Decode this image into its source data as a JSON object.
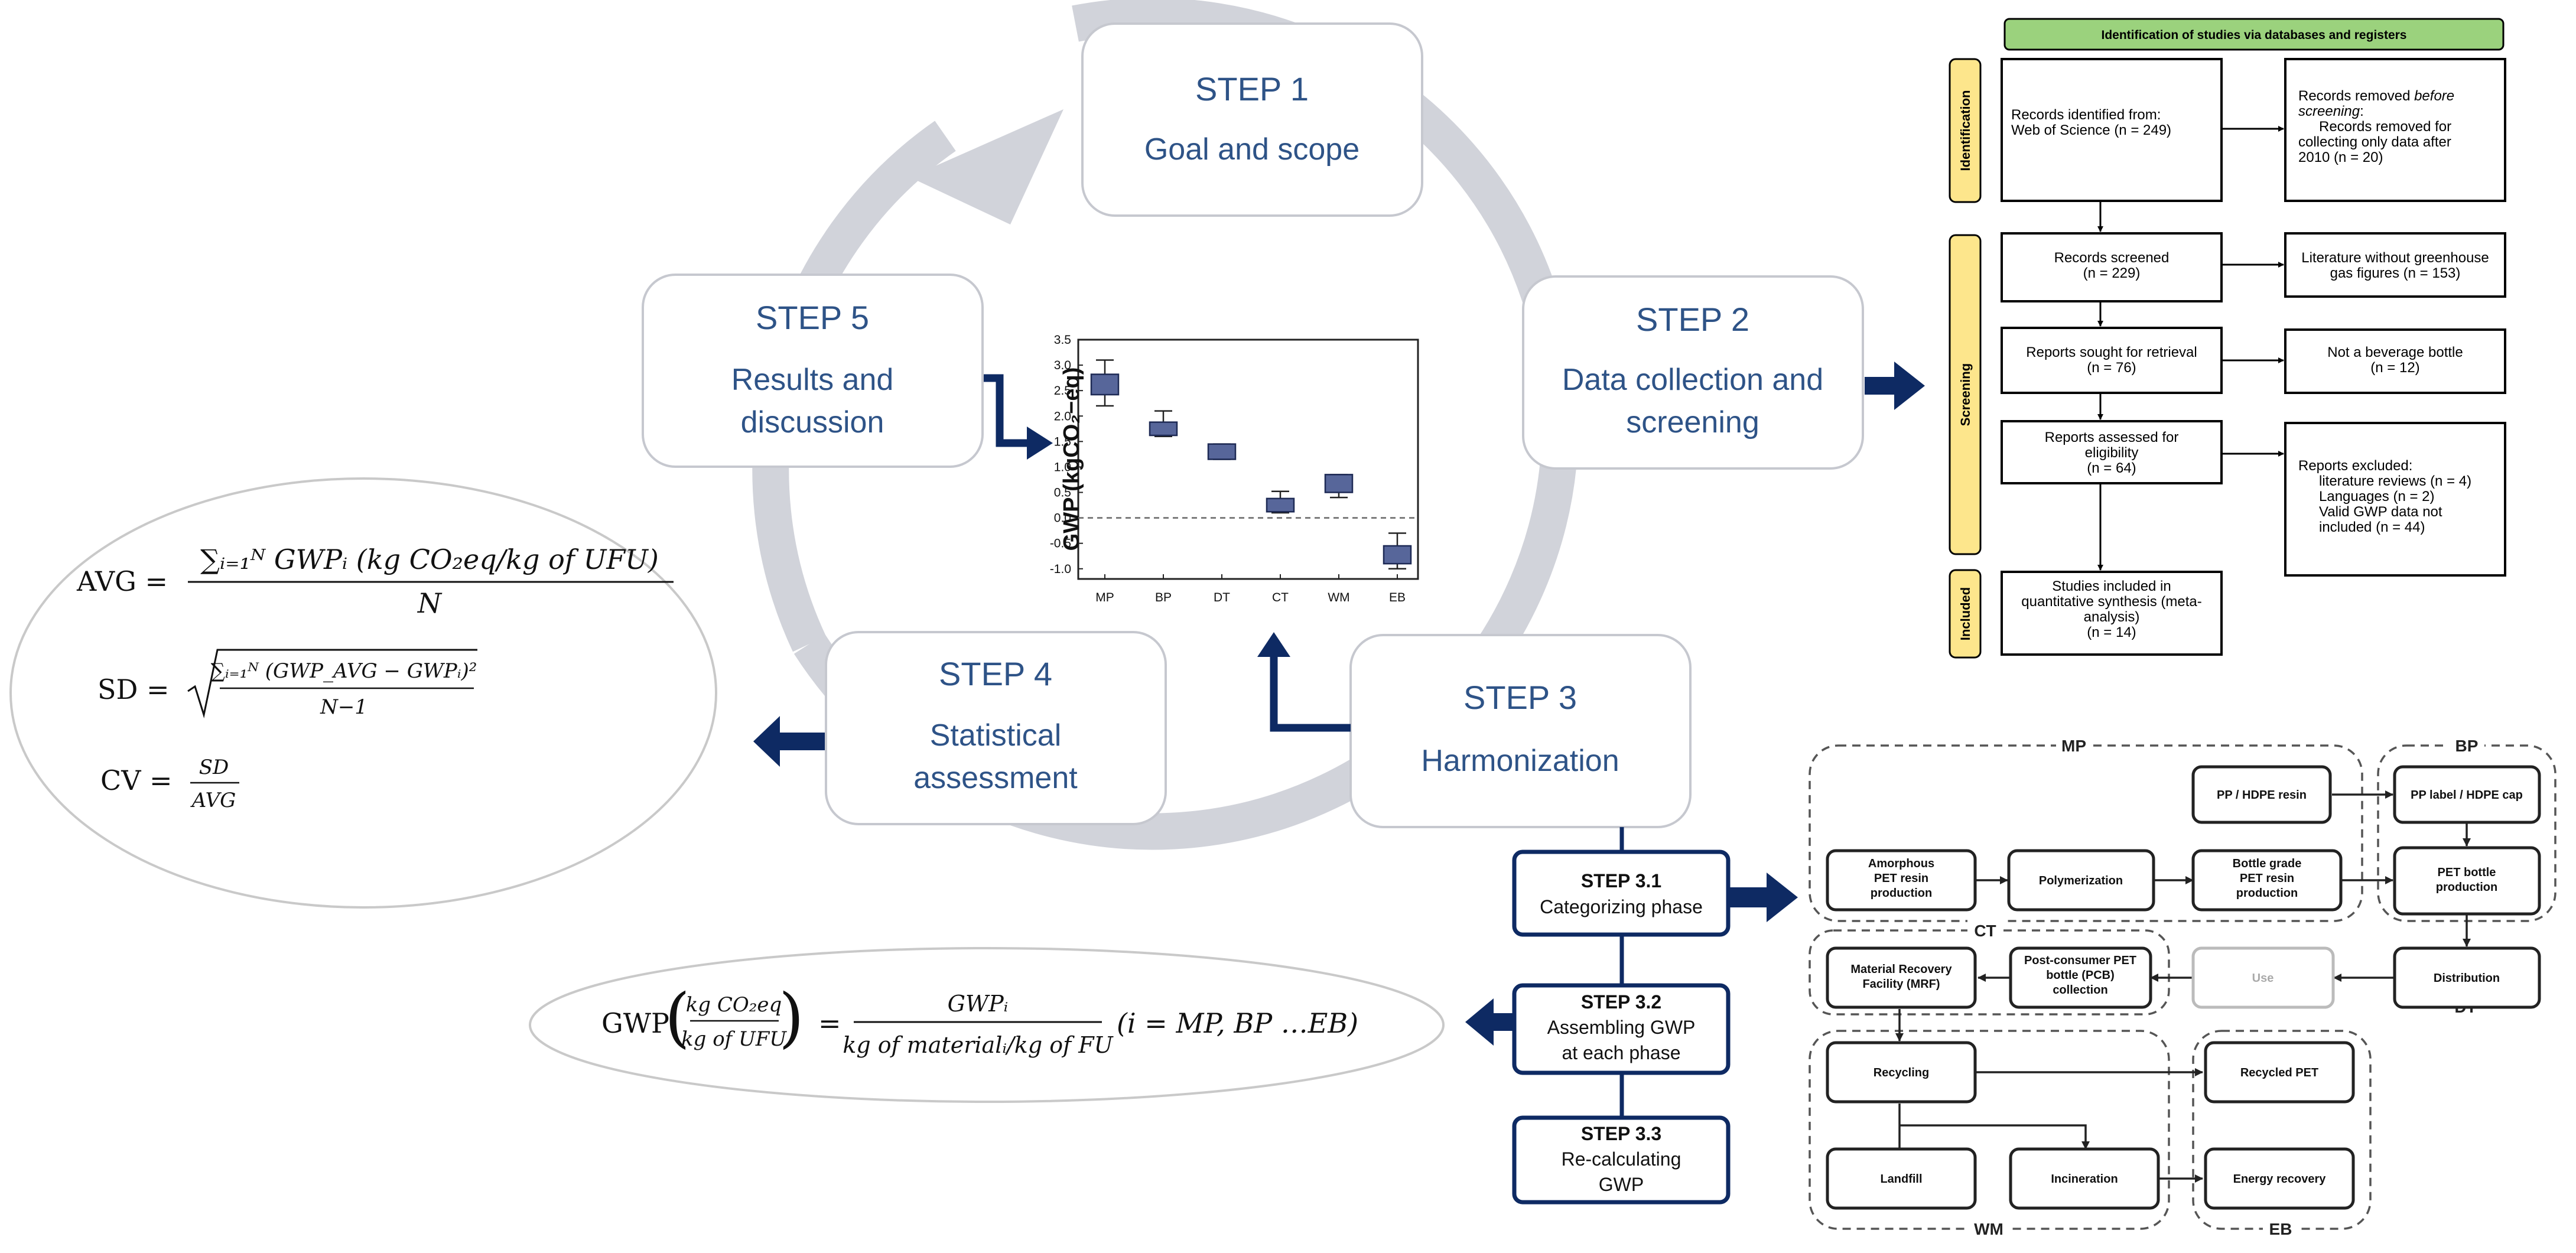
{
  "steps": [
    {
      "title": "STEP 1",
      "lines": [
        "Goal and scope"
      ]
    },
    {
      "title": "STEP 2",
      "lines": [
        "Data collection and",
        "screening"
      ]
    },
    {
      "title": "STEP 3",
      "lines": [
        "Harmonization"
      ]
    },
    {
      "title": "STEP 4",
      "lines": [
        "Statistical",
        "assessment"
      ]
    },
    {
      "title": "STEP 5",
      "lines": [
        "Results and",
        "discussion"
      ]
    }
  ],
  "substeps": [
    {
      "title": "STEP 3.1",
      "lines": [
        "Categorizing phase"
      ]
    },
    {
      "title": "STEP 3.2",
      "lines": [
        "Assembling GWP",
        "at each phase"
      ]
    },
    {
      "title": "STEP 3.3",
      "lines": [
        "Re-calculating",
        "GWP"
      ]
    }
  ],
  "formulas": {
    "avg_lhs": "AVG =",
    "avg_num": "∑ᵢ₌₁ᴺ GWPᵢ (kg CO₂eq/kg of UFU)",
    "avg_den": "N",
    "sd_lhs": "SD =",
    "sd_num": "∑ᵢ₌₁ᴺ (GWP_AVG − GWPᵢ)²",
    "sd_den": "N−1",
    "cv_lhs": "CV =",
    "cv_num": "SD",
    "cv_den": "AVG",
    "gwp_lhs": "GWP",
    "gwp_paren_num": "kg CO₂eq",
    "gwp_paren_den": "kg of UFU",
    "gwp_num": "GWPᵢ",
    "gwp_den": "kg of materialᵢ/kg of FU",
    "gwp_cond": "(i = MP, BP …EB)"
  },
  "chart_data": {
    "type": "box",
    "categories": [
      "MP",
      "BP",
      "DT",
      "CT",
      "WM",
      "EB"
    ],
    "ylabel": "GWP (kgCO₂−eq)",
    "ylim": [
      -1.2,
      3.5
    ],
    "yticks": [
      "3.5",
      "3.0",
      "2.5",
      "2.0",
      "1.5",
      "1.0",
      "0.5",
      "0.0",
      "-0.5",
      "-1.0"
    ],
    "yticks_values": [
      3.5,
      3.0,
      2.5,
      2.0,
      1.5,
      1.0,
      0.5,
      0.0,
      -0.5,
      -1.0
    ],
    "reference_line": 0,
    "boxes": [
      {
        "q1": 2.42,
        "q3": 2.82,
        "whisker_low": 2.2,
        "whisker_high": 3.1
      },
      {
        "q1": 1.62,
        "q3": 1.88,
        "whisker_low": 1.6,
        "whisker_high": 2.1
      },
      {
        "q1": 1.15,
        "q3": 1.45,
        "whisker_low": 1.15,
        "whisker_high": 1.45
      },
      {
        "q1": 0.12,
        "q3": 0.38,
        "whisker_low": 0.1,
        "whisker_high": 0.52
      },
      {
        "q1": 0.5,
        "q3": 0.85,
        "whisker_low": 0.4,
        "whisker_high": 0.85
      },
      {
        "q1": -0.9,
        "q3": -0.55,
        "whisker_low": -1.0,
        "whisker_high": -0.3
      }
    ],
    "box_color": "#57669a"
  },
  "prisma": {
    "header": "Identification of studies via databases and registers",
    "side_labels": [
      "Identification",
      "Screening",
      "Included"
    ],
    "records_identified": [
      "Records identified from:",
      "Web of Science (n = 249)"
    ],
    "records_removed": [
      "Records removed ",
      "before",
      "screening",
      ":",
      "Records removed for",
      "collecting only data after",
      "2010 (n = 20)"
    ],
    "records_screened": [
      "Records screened",
      "(n = 229)"
    ],
    "literature_without": [
      "Literature without greenhouse",
      "gas figures (n = 153)"
    ],
    "reports_sought": [
      "Reports sought for retrieval",
      "(n = 76)"
    ],
    "not_beverage": [
      "Not a beverage bottle",
      "(n = 12)"
    ],
    "reports_assessed": [
      "Reports assessed for",
      "eligibility",
      "(n = 64)"
    ],
    "reports_excluded": [
      "Reports excluded:",
      "literature reviews (n = 4)",
      "Languages (n = 2)",
      "Valid GWP data not",
      "included  (n = 44)"
    ],
    "studies_included": [
      "Studies included in",
      "quantitative synthesis (meta-",
      "analysis)",
      "(n = 14)"
    ]
  },
  "flow": {
    "groups": [
      "MP",
      "BP",
      "CT",
      "DT",
      "WM",
      "EB"
    ],
    "nodes": {
      "pp_hdpe_resin": [
        "PP / HDPE resin"
      ],
      "pp_label_cap": [
        "PP label / HDPE cap"
      ],
      "amorphous": [
        "Amorphous",
        "PET resin",
        "production"
      ],
      "polymerization": [
        "Polymerization"
      ],
      "bottle_grade": [
        "Bottle grade",
        "PET resin",
        "production"
      ],
      "pet_bottle": [
        "PET bottle",
        "production"
      ],
      "mrf": [
        "Material Recovery",
        "Facility (MRF)"
      ],
      "pcb": [
        "Post-consumer PET",
        "bottle (PCB)",
        "collection"
      ],
      "use": [
        "Use"
      ],
      "distribution": [
        "Distribution"
      ],
      "recycling": [
        "Recycling"
      ],
      "recycled_pet": [
        "Recycled PET"
      ],
      "landfill": [
        "Landfill"
      ],
      "incineration": [
        "Incineration"
      ],
      "energy_recovery": [
        "Energy recovery"
      ]
    }
  },
  "colors": {
    "navy": "#0e2a63",
    "step_text": "#2e5387",
    "cycle_ring": "#d1d3da",
    "prisma_header": "#9bd27d",
    "prisma_side": "#fde68c"
  }
}
